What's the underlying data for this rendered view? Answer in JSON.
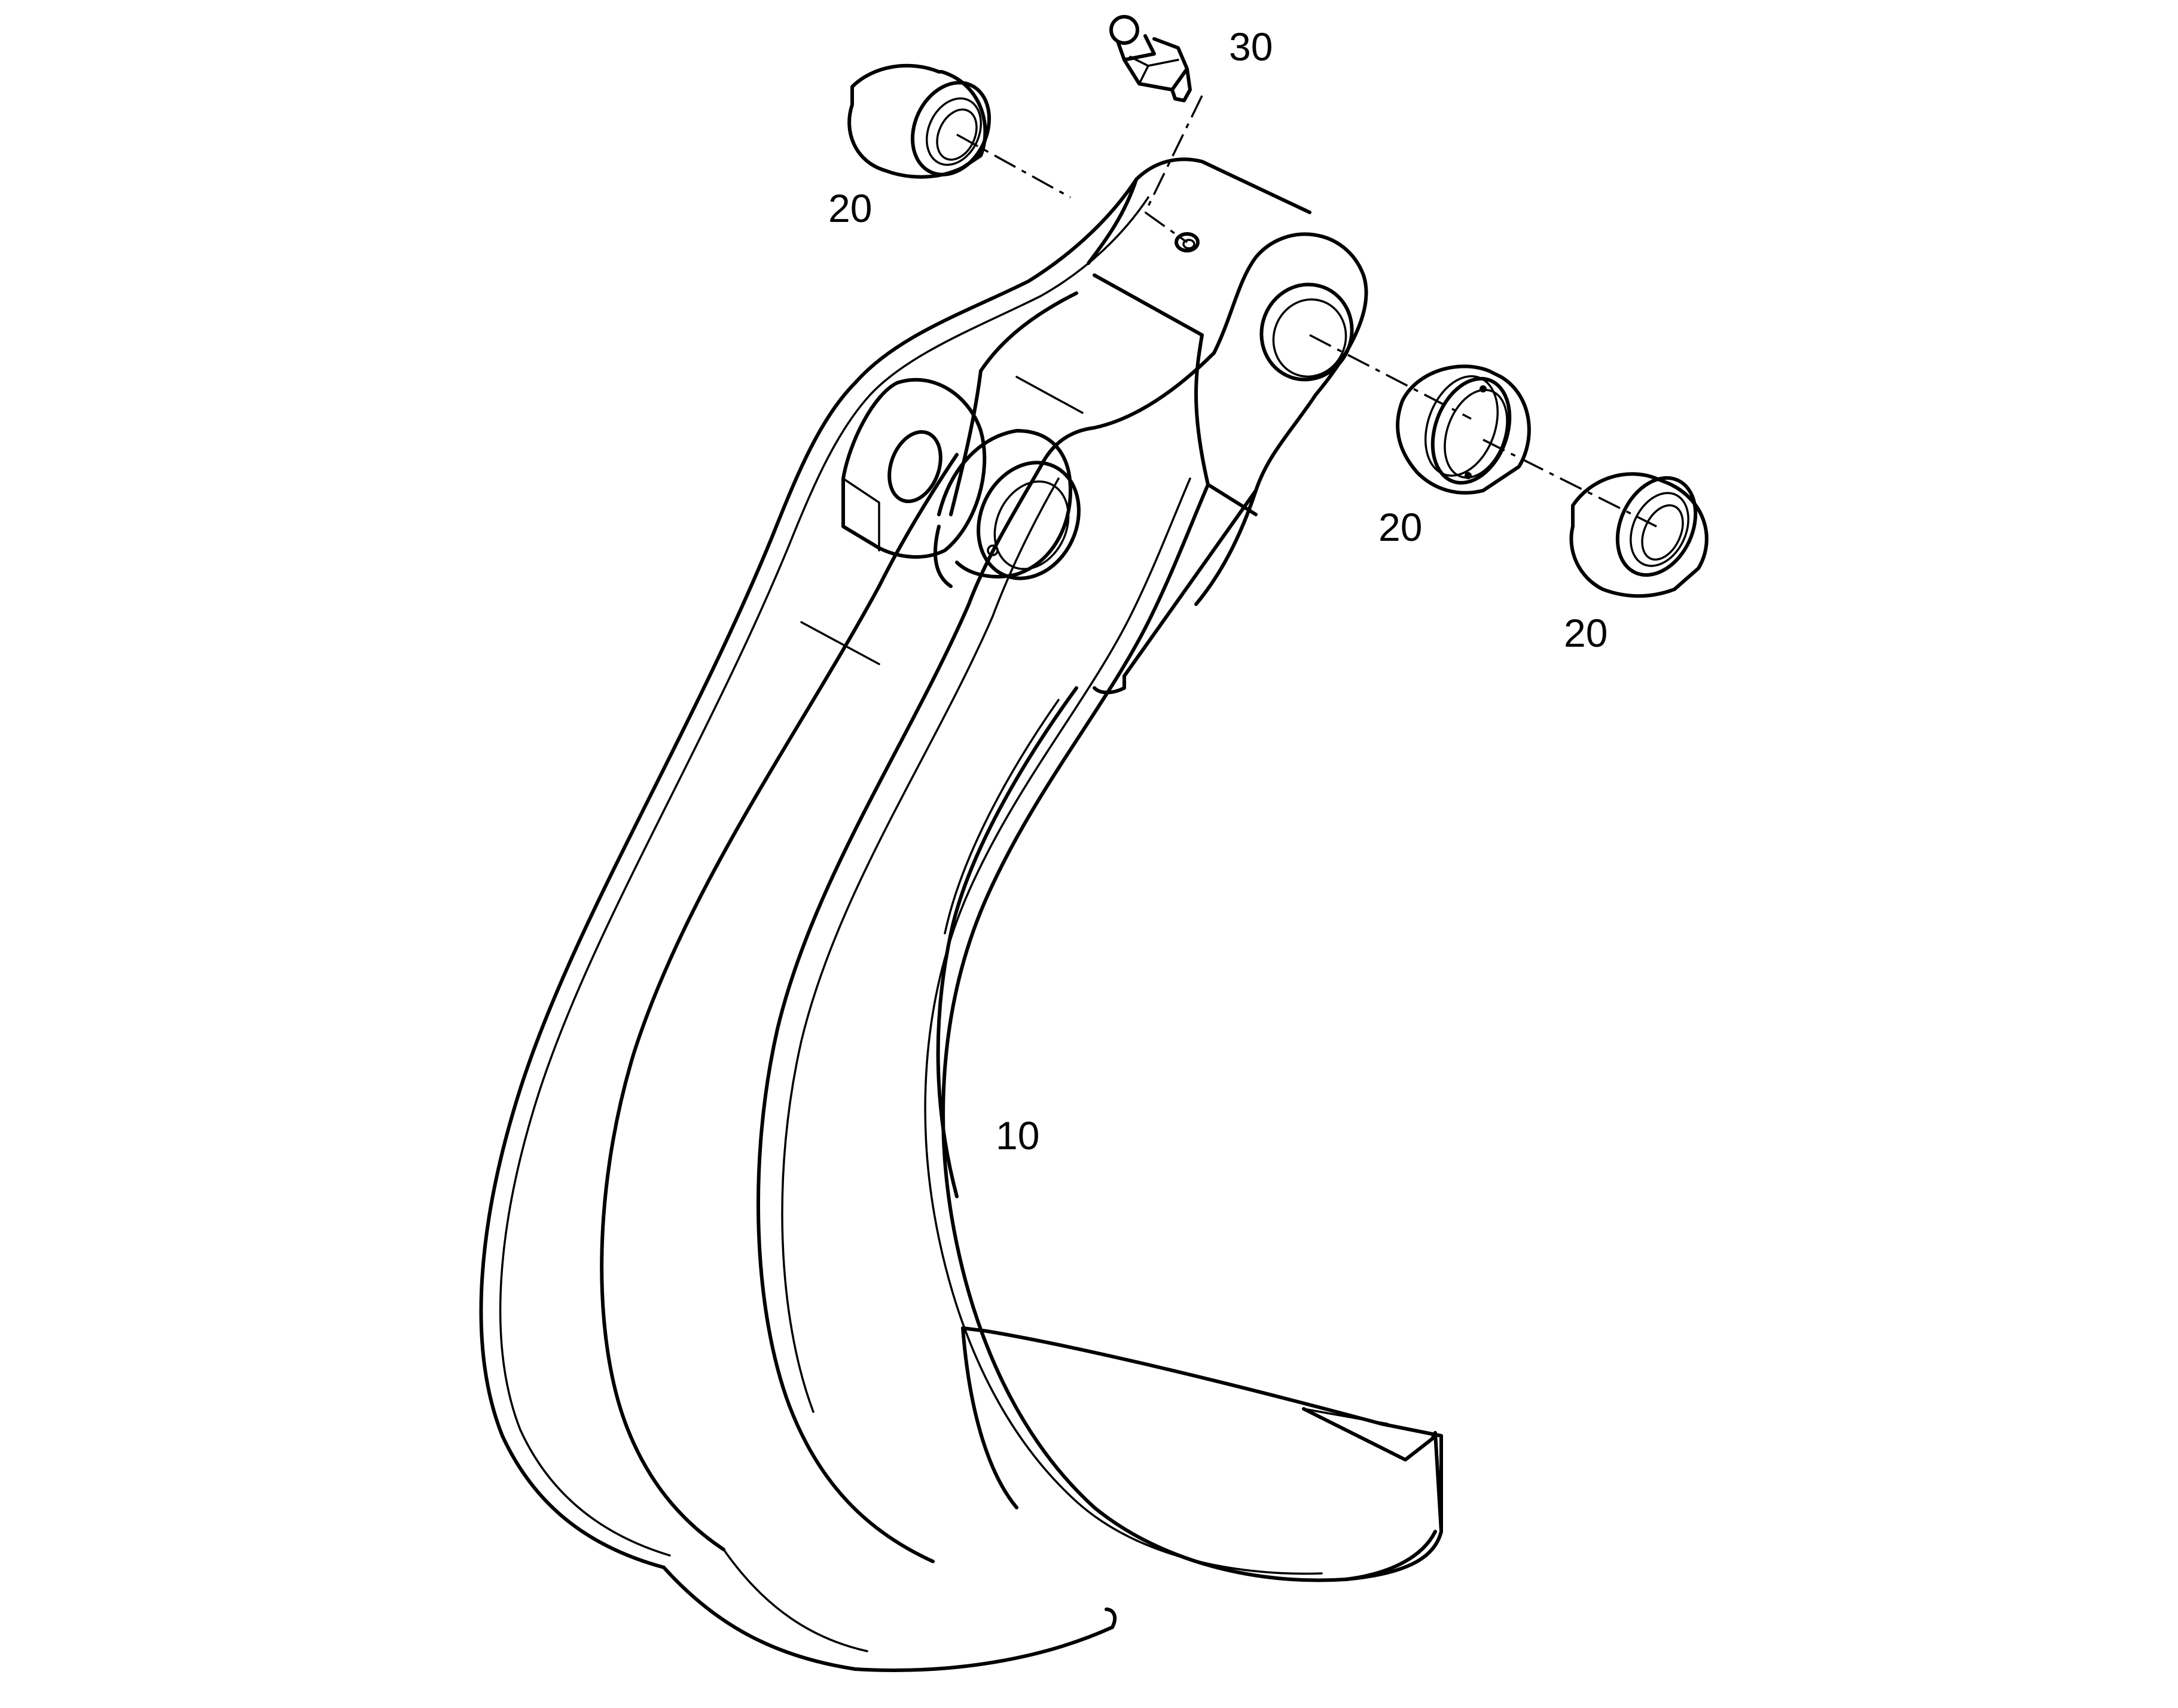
{
  "diagram": {
    "parts": [
      {
        "id": "arm",
        "callout": "10"
      },
      {
        "id": "bushing-top-left",
        "callout": "20"
      },
      {
        "id": "bushing-right-ring",
        "callout": "20"
      },
      {
        "id": "bushing-right-sleeve",
        "callout": "20"
      },
      {
        "id": "grease-nipple",
        "callout": "30"
      }
    ]
  }
}
